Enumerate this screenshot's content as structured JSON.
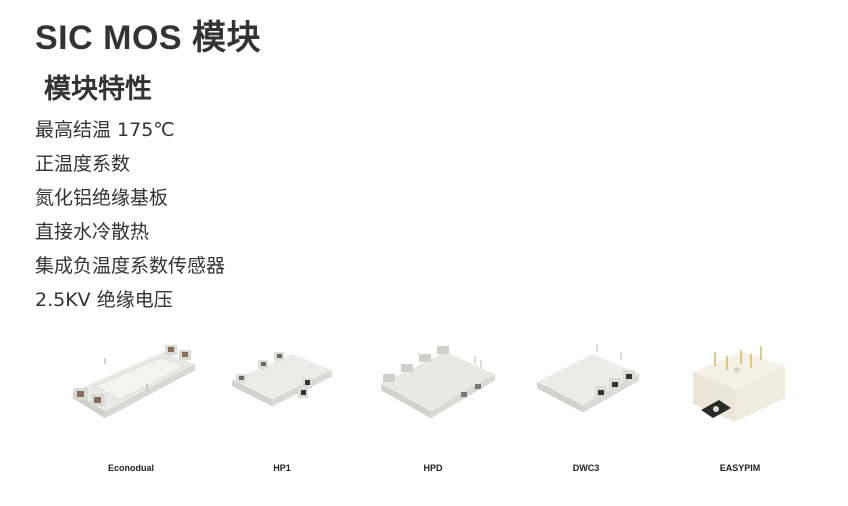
{
  "header": {
    "title": "SIC MOS 模块",
    "subtitle": "模块特性"
  },
  "features": [
    "最高结温 175℃",
    "正温度系数",
    "氮化铝绝缘基板",
    "直接水冷散热",
    "集成负温度系数传感器",
    "2.5KV 绝缘电压"
  ],
  "products": [
    {
      "label": "Econodual",
      "icon": "econodual-module-image"
    },
    {
      "label": "HP1",
      "icon": "hp1-module-image"
    },
    {
      "label": "HPD",
      "icon": "hpd-module-image"
    },
    {
      "label": "DWC3",
      "icon": "dwc3-module-image"
    },
    {
      "label": "EASYPIM",
      "icon": "easypim-module-image"
    }
  ],
  "colors": {
    "text": "#333333",
    "module_body": "#eeeeea",
    "module_base": "#55555a"
  }
}
